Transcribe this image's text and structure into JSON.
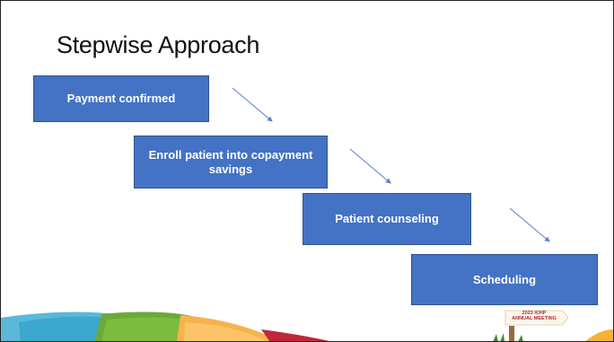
{
  "slide": {
    "title": "Stepwise Approach"
  },
  "steps": [
    {
      "label": "Payment confirmed"
    },
    {
      "label": "Enroll patient into copayment savings"
    },
    {
      "label": "Patient counseling"
    },
    {
      "label": "Scheduling"
    }
  ],
  "colors": {
    "step_fill": "#4472c4",
    "step_border": "#2f528f",
    "arrow": "#5b7fd0"
  },
  "footer": {
    "badge_line1": "2023 ICHP",
    "badge_line2": "ANNUAL MEETING"
  }
}
